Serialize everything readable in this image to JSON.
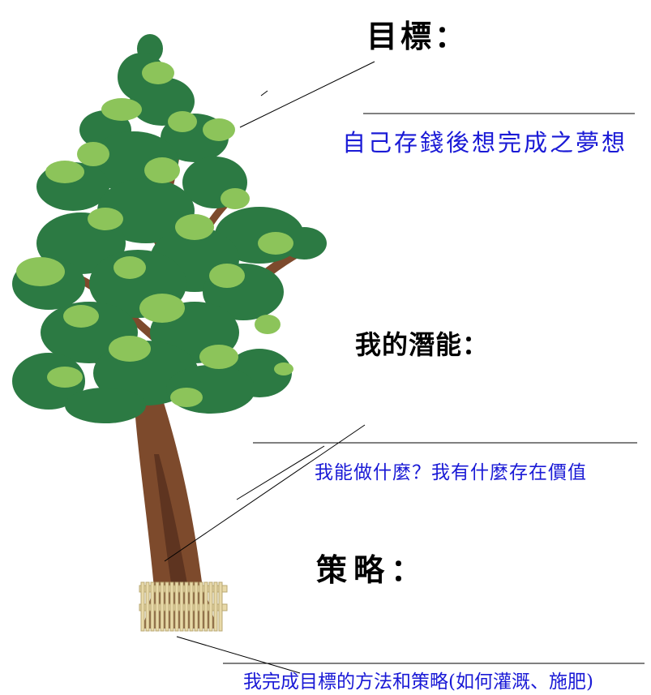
{
  "labels": {
    "goal_heading": "目標：",
    "goal_desc": "自己存錢後想完成之夢想",
    "potential_heading": "我的潛能：",
    "potential_desc": "我能做什麼？我有什麼存在價值",
    "strategy_heading": "策略：",
    "strategy_desc": "我完成目標的方法和策略(如何灌溉、施肥)"
  },
  "colors": {
    "heading": "#000000",
    "description": "#1a1ad6",
    "foliage_dark": "#2c7a43",
    "foliage_light": "#8cc45a",
    "trunk": "#7d4a2c",
    "fence": "#e8d9a8"
  },
  "icons": [
    "tree-illustration",
    "fence-illustration"
  ]
}
